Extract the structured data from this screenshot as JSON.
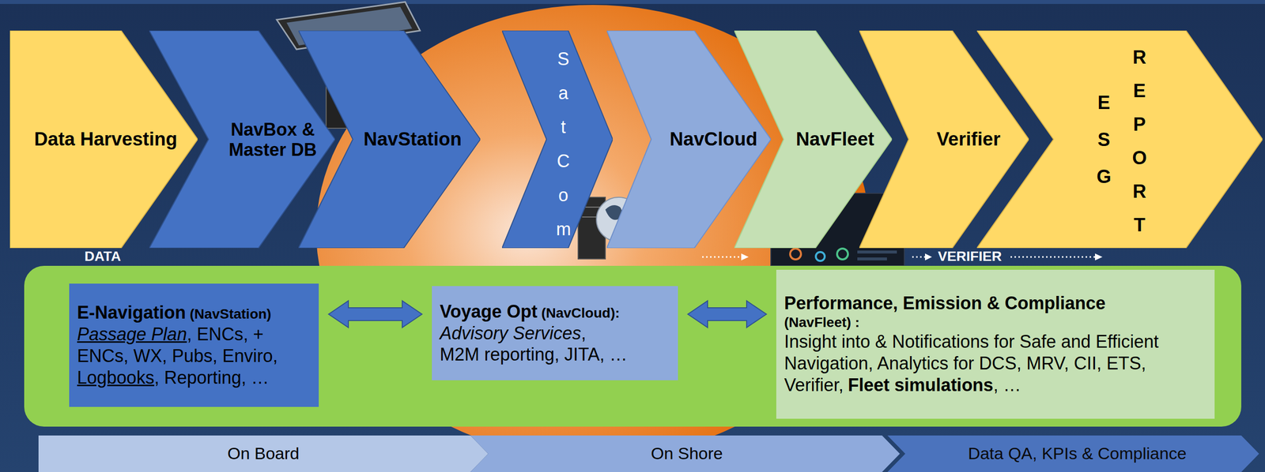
{
  "diagram": {
    "nodes": [
      {
        "text": [
          "Data Harvesting"
        ]
      },
      {
        "text": [
          "NavBox & Master DB"
        ]
      },
      {
        "text": [
          "NavStation"
        ]
      },
      {
        "text": [
          "SatCom"
        ]
      },
      {
        "text": [
          "NavCloud"
        ]
      },
      {
        "text": [
          "NavFleet"
        ]
      },
      {
        "text": [
          "Verifier"
        ]
      },
      {
        "text": [
          "ESG",
          "REPORT"
        ]
      },
      {
        "text": [
          "E-Navigation",
          "(NavStation)",
          "Passage Plan",
          ", ENCs, + ENCs, WX, Pubs, Enviro,",
          "Logbooks",
          ", Reporting, …"
        ]
      },
      {
        "text": [
          "Voyage Opt",
          "(NavCloud):",
          "Advisory Services",
          ",",
          "M2M reporting, JITA, …"
        ]
      },
      {
        "text": [
          "Performance, Emission & Compliance",
          "(NavFleet) :",
          "Insight into & Notifications for Safe and Efficient Navigation, Analytics for DCS, MRV, CII, ETS, Verifier,",
          "Fleet simulations",
          ", …"
        ]
      },
      {
        "text": [
          "On Board"
        ]
      },
      {
        "text": [
          "On Shore"
        ]
      },
      {
        "text": [
          "Data QA, KPIs & Compliance"
        ]
      }
    ],
    "edges": [
      {
        "from": 8,
        "to": 9,
        "arrow": "both"
      },
      {
        "from": 9,
        "to": 10,
        "arrow": "both"
      }
    ],
    "labels": [
      "DATA",
      "VERIFIER"
    ]
  }
}
